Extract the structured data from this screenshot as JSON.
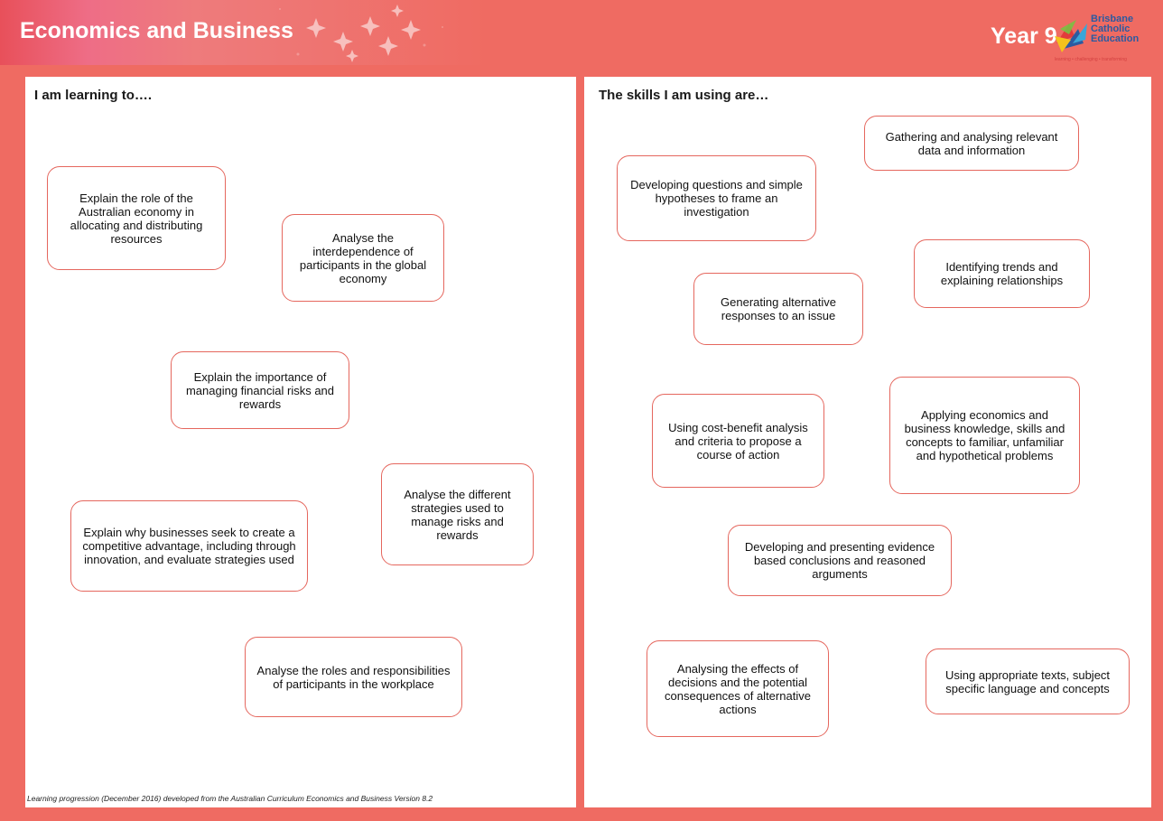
{
  "header": {
    "title": "Economics and Business",
    "year": "Year 9",
    "logo": {
      "line1": "Brisbane",
      "line2": "Catholic",
      "line3": "Education",
      "tagline": "learning • challenging • transforming"
    }
  },
  "left": {
    "heading": "I am learning to….",
    "cards": [
      "Explain the role of the Australian economy in allocating and distributing resources",
      "Analyse the interdependence of participants in the global economy",
      "Explain the importance of managing financial risks and rewards",
      "Analyse the different strategies used to manage risks and rewards",
      "Explain why businesses seek to create a competitive advantage, including through innovation, and evaluate strategies used",
      "Analyse the roles and responsibilities of participants in the workplace"
    ],
    "footnote": "Learning progression (December 2016) developed from the Australian Curriculum Economics and Business Version 8.2"
  },
  "right": {
    "heading": "The skills I am using are…",
    "cards": [
      "Gathering and analysing relevant data and information",
      "Developing questions and simple hypotheses to frame an investigation",
      "Identifying trends and explaining relationships",
      "Generating alternative responses to an issue",
      "Applying economics and business knowledge, skills and concepts to familiar, unfamiliar and hypothetical problems",
      "Using cost-benefit analysis and criteria to propose a course of action",
      "Developing and presenting evidence based conclusions and reasoned arguments",
      "Analysing the effects of decisions and the potential consequences of alternative actions",
      "Using appropriate texts, subject specific language and concepts"
    ]
  },
  "colors": {
    "background": "#ef6b62",
    "card_border": "#e5675e",
    "logo_blue": "#2c5aa0"
  }
}
